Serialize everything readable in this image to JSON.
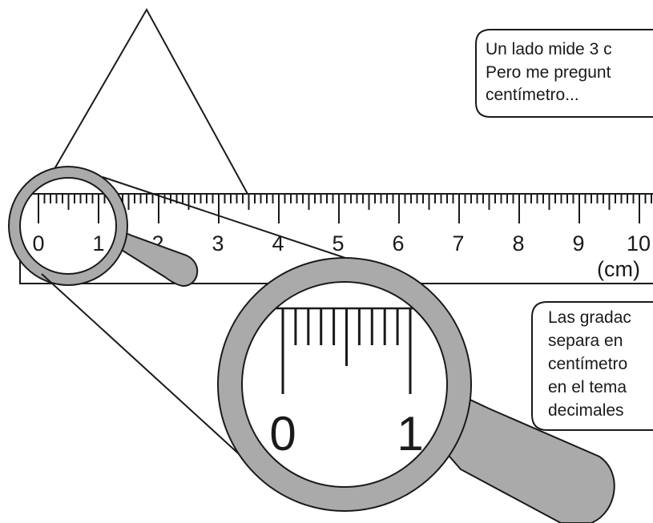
{
  "ruler": {
    "numbers": [
      "0",
      "1",
      "2",
      "3",
      "4",
      "5",
      "6",
      "7",
      "8",
      "9",
      "10"
    ],
    "unit": "(cm)"
  },
  "bubble_top": {
    "lines": [
      "Un lado mide 3 c",
      "Pero me pregunt",
      "centímetro..."
    ]
  },
  "bubble_bottom": {
    "lines": [
      "Las gradac",
      "separa en",
      "centímetro",
      "en el tema",
      "decimales"
    ]
  },
  "magnifier": {
    "numbers": [
      "0",
      "1"
    ]
  },
  "colors": {
    "lens_rim": "#aaaaaa",
    "outline": "#1a1a1a",
    "background": "#ffffff"
  }
}
